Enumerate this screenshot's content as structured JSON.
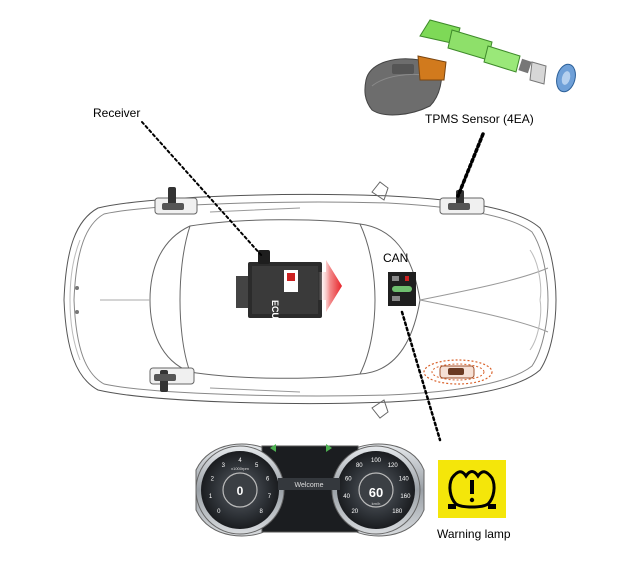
{
  "labels": {
    "receiver": "Receiver",
    "tpms_sensor": "TPMS Sensor (4EA)",
    "can": "CAN",
    "warning_lamp": "Warning lamp",
    "ecu": "ECU"
  },
  "cluster": {
    "welcome": "Welcome",
    "tach_value": "0",
    "tach_unit": "x1000rpm",
    "speed_value": "60",
    "speed_unit": "km/h",
    "tach_ticks": [
      "0",
      "1",
      "2",
      "3",
      "4",
      "5",
      "6",
      "7",
      "8"
    ],
    "speed_ticks": [
      "20",
      "40",
      "60",
      "80",
      "100",
      "120",
      "140",
      "160",
      "180"
    ]
  },
  "colors": {
    "warning_lamp_bg": "#f4e60a",
    "sensor_green": "#7ed957",
    "signal_red": "#e8232a"
  }
}
